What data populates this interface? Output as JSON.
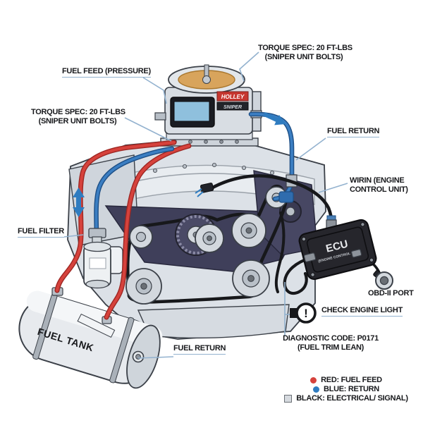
{
  "labels": {
    "torque_top_line1": "TORQUE SPEC: 20 FT-LBS",
    "torque_top_line2": "(SNIPER UNIT BOLTS)",
    "fuel_feed": "FUEL FEED (PRESSURE)",
    "torque_left_line1": "TORQUE SPEC: 20 FT-LBS",
    "torque_left_line2": "(SNIPER UNIT BOLTS)",
    "fuel_return_right": "FUEL RETURN",
    "wiring_line1": "WIRIN (ENGINE",
    "wiring_line2": "CONTROL UNIT)",
    "fuel_filter": "FUEL FILTER",
    "obd_port": "OBD-II PORT",
    "check_engine": "CHECK ENGINE LIGHT",
    "diagnostic_line1": "DIAGNOSTIC CODE: P0171",
    "diagnostic_line2": "(FUEL TRIM LEAN)",
    "fuel_return_bottom": "FUEL RETURN",
    "fuel_tank": "FUEL TANK",
    "exclamation": "!"
  },
  "ecu": {
    "title": "ECU",
    "subtitle": "(ENGINE CONTROL UNIT)"
  },
  "throttle": {
    "badge_top": "HOLLEY",
    "badge_bottom": "SNIPER"
  },
  "legend": {
    "items": [
      {
        "label": "RED: FUEL FEED",
        "color": "#d6423c",
        "marker": "dot"
      },
      {
        "label": "BLUE: RETURN",
        "color": "#2f7cc0",
        "marker": "dot"
      },
      {
        "label": "BLACK: ELECTRICAL/ SIGNAL)",
        "color": "#9aa0a6",
        "marker": "square"
      }
    ]
  },
  "colors": {
    "fuel_feed_line": "#d6423c",
    "fuel_feed_edge": "#9e2723",
    "fuel_return_line": "#3b7ec2",
    "fuel_return_edge": "#1d4f86",
    "signal_line": "#17181b",
    "callout": "#93b2cf",
    "engine_gray": "#dce1e7",
    "engine_outline": "#3b4048",
    "accent_navy": "#45455f",
    "air_horn_tan": "#d8a45c",
    "ecu_body": "#26262c",
    "screen_blue": "#8fc0dd",
    "badge_red": "#c63730"
  }
}
